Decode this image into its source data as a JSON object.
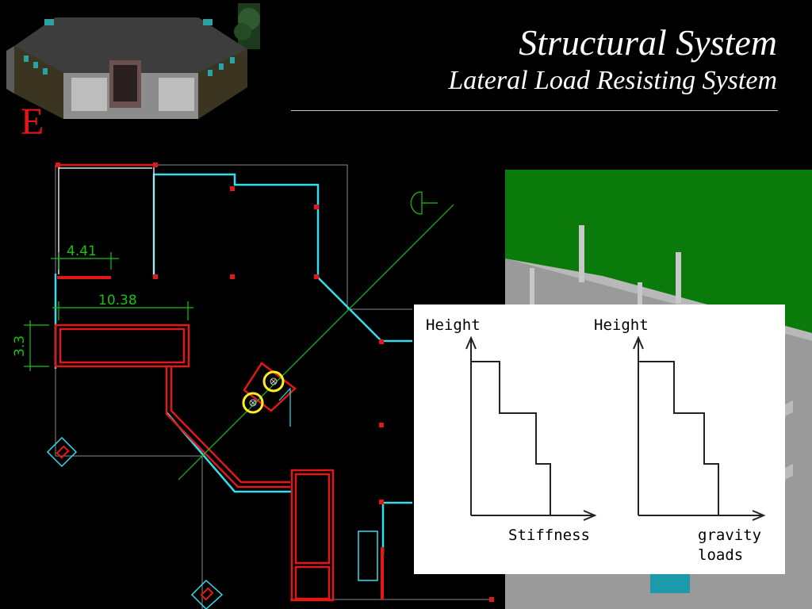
{
  "slide": {
    "title": "Structural System",
    "subtitle": "Lateral Load Resisting System",
    "section_letter": "E"
  },
  "plan": {
    "dimensions": [
      "4.41",
      "10.38",
      "3.3"
    ]
  },
  "graph_panel": {
    "left_graph": {
      "y_label": "Height",
      "x_label": "Stiffness"
    },
    "right_graph": {
      "y_label": "Height",
      "x_label_lines": [
        "gravity",
        "loads"
      ]
    }
  },
  "colors": {
    "background": "#000000",
    "title_text": "#ffffff",
    "section_letter": "#e8141c",
    "cad_cyan": "#33ddee",
    "cad_red": "#e01818",
    "cad_green": "#18c018",
    "column_marker": "#ffee22",
    "render_green": "#0a7a0a"
  }
}
